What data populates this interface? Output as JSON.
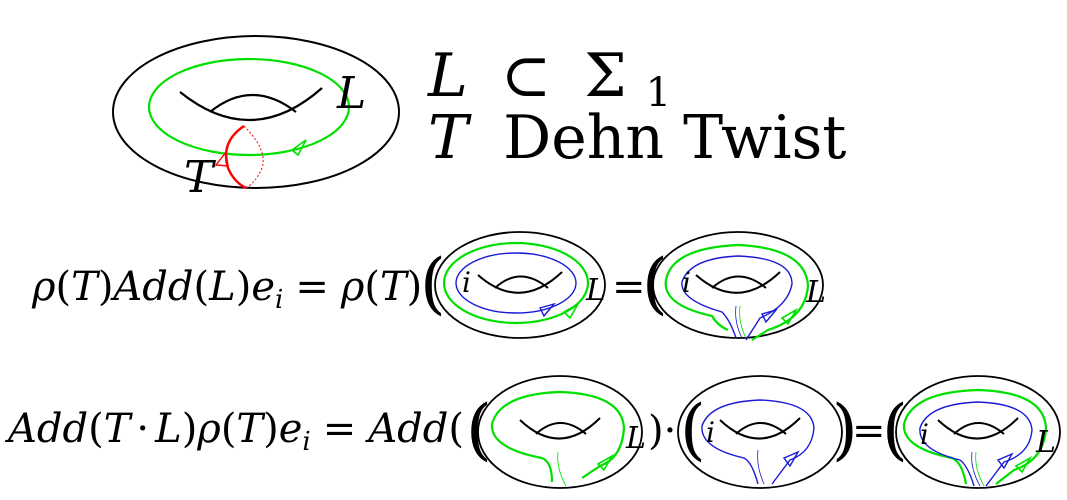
{
  "colors": {
    "black": "#000000",
    "green": "#00e000",
    "blue": "#1a1ad6",
    "red": "#ff0000"
  },
  "top": {
    "curve_label_L": "L",
    "twist_label_T": "T",
    "line1": {
      "var": "L",
      "rel": "⊂",
      "sigma": "Σ",
      "sub": "1"
    },
    "line2": {
      "var": "T",
      "text": "Dehn Twist"
    }
  },
  "row1": {
    "lhs": {
      "rho": "ρ",
      "T1": "T",
      "add": "Add",
      "L": "L",
      "e": "e",
      "e_sub": "i",
      "eq": "=",
      "rho2": "ρ",
      "T2": "T"
    },
    "eq": "=",
    "label_i": "i",
    "label_L": "L"
  },
  "row2": {
    "lhs": {
      "add": "Add",
      "T": "T",
      "dot": "·",
      "L": "L",
      "rho": "ρ",
      "T2": "T",
      "e": "e",
      "e_sub": "i",
      "eq": "=",
      "add2": "Add"
    },
    "close": ")·",
    "eq": "=",
    "label_i": "i",
    "label_L": "L"
  }
}
